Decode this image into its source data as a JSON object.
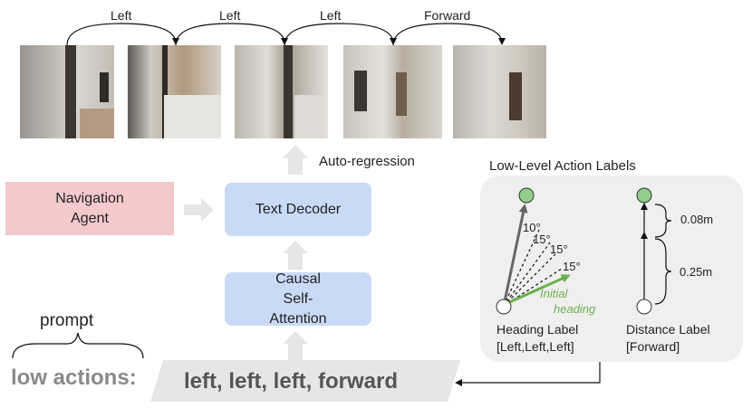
{
  "frames": [
    {
      "label": "Left"
    },
    {
      "label": "Left"
    },
    {
      "label": "Left"
    },
    {
      "label": "Forward"
    },
    {
      "label": ""
    }
  ],
  "auto_regression": "Auto-regression",
  "navigation_agent": "Navigation Agent",
  "text_decoder": "Text Decoder",
  "causal_attention": "Causal Self-Attention",
  "prompt_label": "prompt",
  "low_actions_label": "low actions:",
  "action_sequence": "left, left, left, forward",
  "panel": {
    "title": "Low-Level Action Labels",
    "heading_angles": [
      "10°",
      "15°",
      "15°",
      "15°"
    ],
    "initial_heading": [
      "Initial",
      "heading"
    ],
    "distances": [
      "0.08m",
      "0.25m"
    ],
    "heading_label": [
      "Heading Label",
      "[Left,Left,Left]"
    ],
    "distance_label": [
      "Distance Label",
      "[Forward]"
    ]
  },
  "colors": {
    "nav_agent_bg": "#f4c9cb",
    "block_bg": "#c9daf6",
    "panel_bg": "#efefef",
    "prompt_bar": "#e6e6e6",
    "green_node": "#8fcf8a",
    "green_arrow": "#6ab04c"
  }
}
